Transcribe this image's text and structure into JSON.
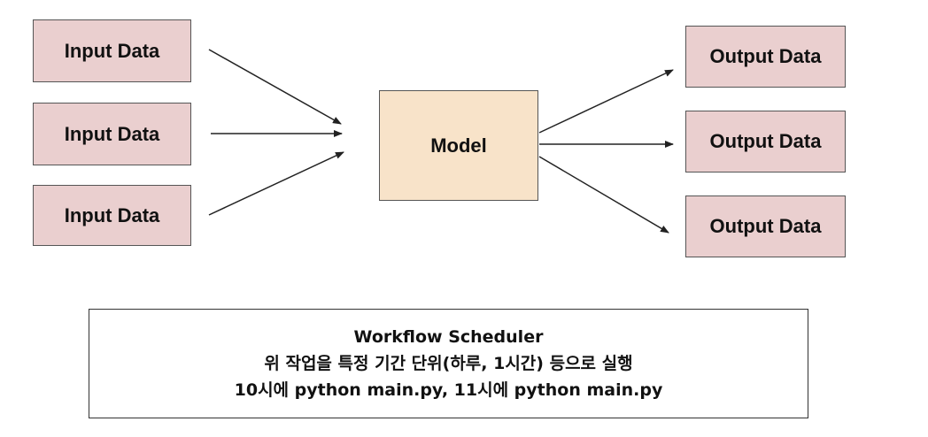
{
  "inputs": [
    {
      "label": "Input Data"
    },
    {
      "label": "Input Data"
    },
    {
      "label": "Input Data"
    }
  ],
  "model": {
    "label": "Model"
  },
  "outputs": [
    {
      "label": "Output Data"
    },
    {
      "label": "Output Data"
    },
    {
      "label": "Output Data"
    }
  ],
  "scheduler": {
    "lines": [
      "Workflow Scheduler",
      "위 작업을 특정 기간 단위(하루, 1시간) 등으로 실행",
      "10시에 python main.py, 11시에 python main.py"
    ]
  },
  "colors": {
    "data_box_fill": "#eacfcf",
    "model_box_fill": "#f8e3c9",
    "border": "#555555",
    "arrow": "#222222"
  }
}
